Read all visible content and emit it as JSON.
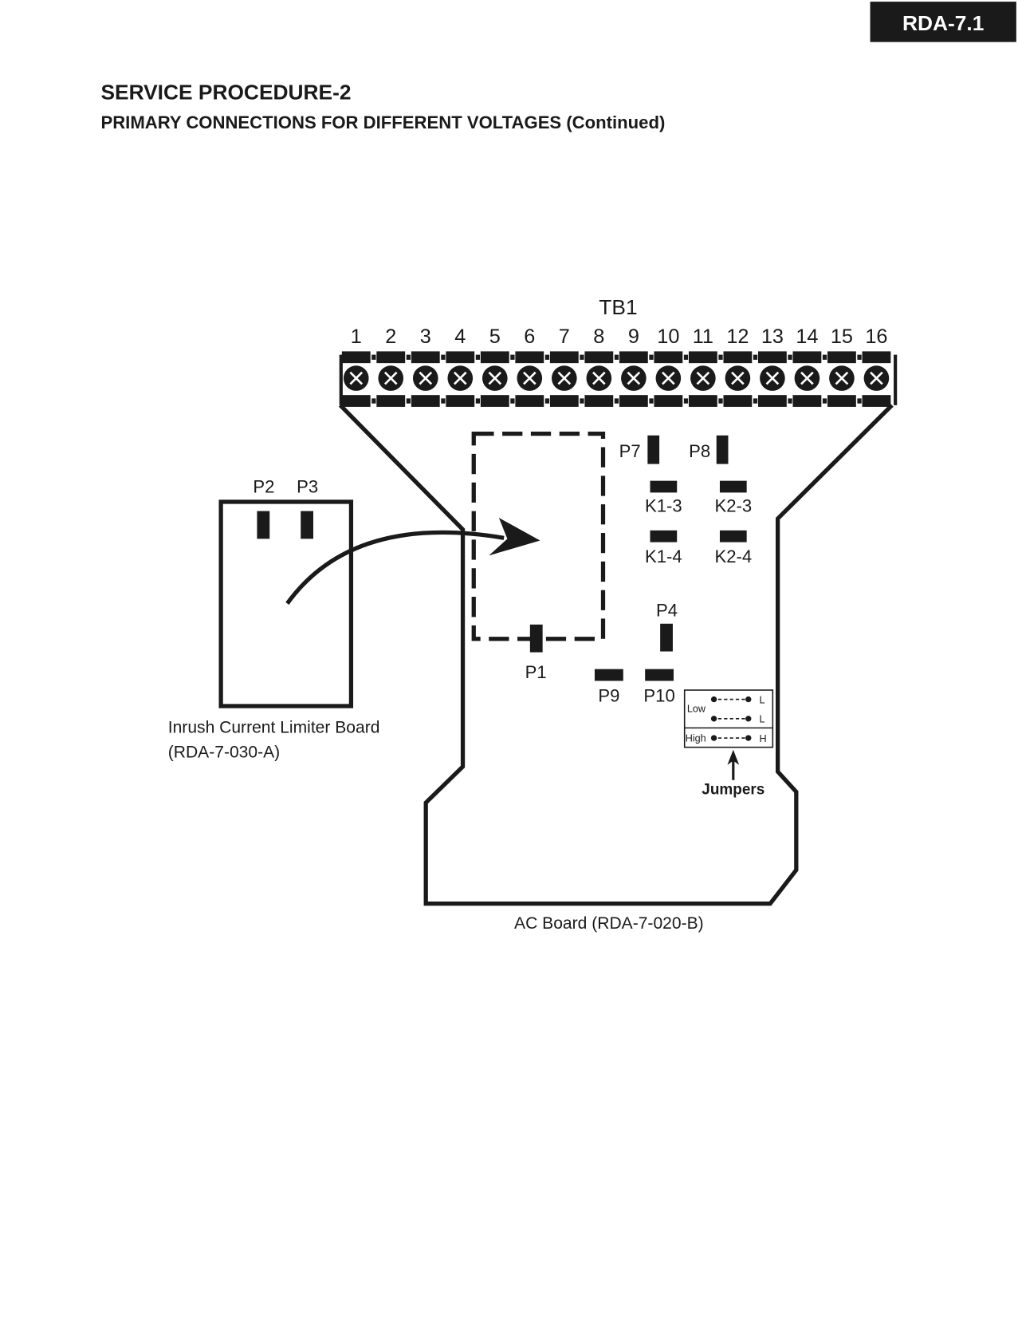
{
  "header": {
    "page_badge": "RDA-7.1",
    "title": "SERVICE PROCEDURE-2",
    "subtitle": "PRIMARY CONNECTIONS FOR DIFFERENT VOLTAGES (Continued)"
  },
  "terminal_block": {
    "label": "TB1",
    "terminals": [
      "1",
      "2",
      "3",
      "4",
      "5",
      "6",
      "7",
      "8",
      "9",
      "10",
      "11",
      "12",
      "13",
      "14",
      "15",
      "16"
    ],
    "screw_icon": "circled-x-screw-icon"
  },
  "ac_board": {
    "label": "AC Board (RDA-7-020-B)",
    "connectors": {
      "p7": "P7",
      "p8": "P8",
      "k1_3": "K1-3",
      "k2_3": "K2-3",
      "k1_4": "K1-4",
      "k2_4": "K2-4",
      "p4": "P4",
      "p1": "P1",
      "p9": "P9",
      "p10": "P10"
    },
    "jumpers": {
      "low_label": "Low",
      "high_label": "High",
      "rows": [
        {
          "group": "Low",
          "end_label": "L"
        },
        {
          "group": "Low",
          "end_label": "L"
        },
        {
          "group": "High",
          "end_label": "H"
        }
      ],
      "caption": "Jumpers"
    }
  },
  "limiter_board": {
    "label_line1": "Inrush Current Limiter Board",
    "label_line2": "(RDA-7-030-A)",
    "connectors": {
      "p2": "P2",
      "p3": "P3"
    }
  },
  "colors": {
    "ink": "#1a1a1a",
    "badge_bg": "#1a1a1a",
    "badge_text": "#ffffff",
    "background": "#ffffff"
  }
}
